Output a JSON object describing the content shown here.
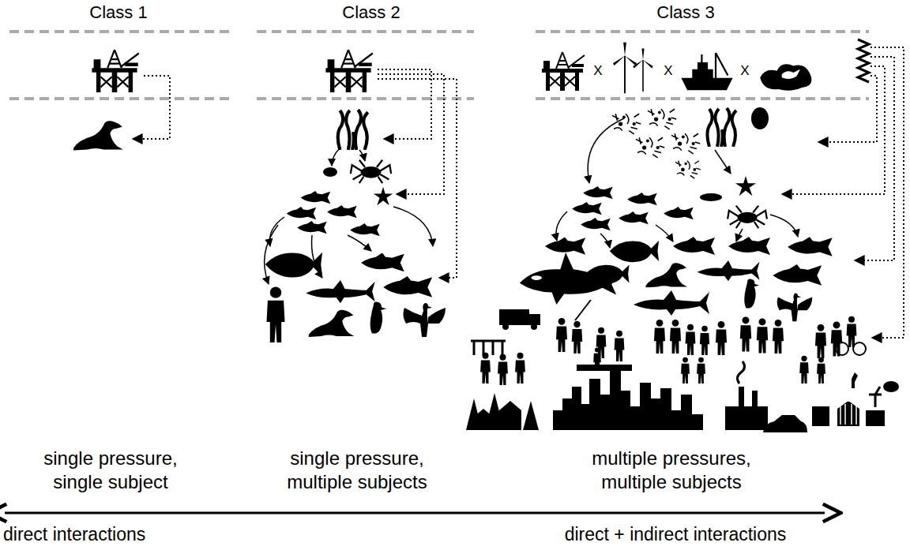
{
  "diagram": {
    "labels": [
      "Class 1",
      "Class 2",
      "Class 3",
      "X",
      "X",
      "X",
      "single pressure, single subject",
      "single pressure, multiple subjects",
      "multiple pressures, multiple subjects",
      "direct interactions",
      "direct + indirect interactions"
    ]
  }
}
